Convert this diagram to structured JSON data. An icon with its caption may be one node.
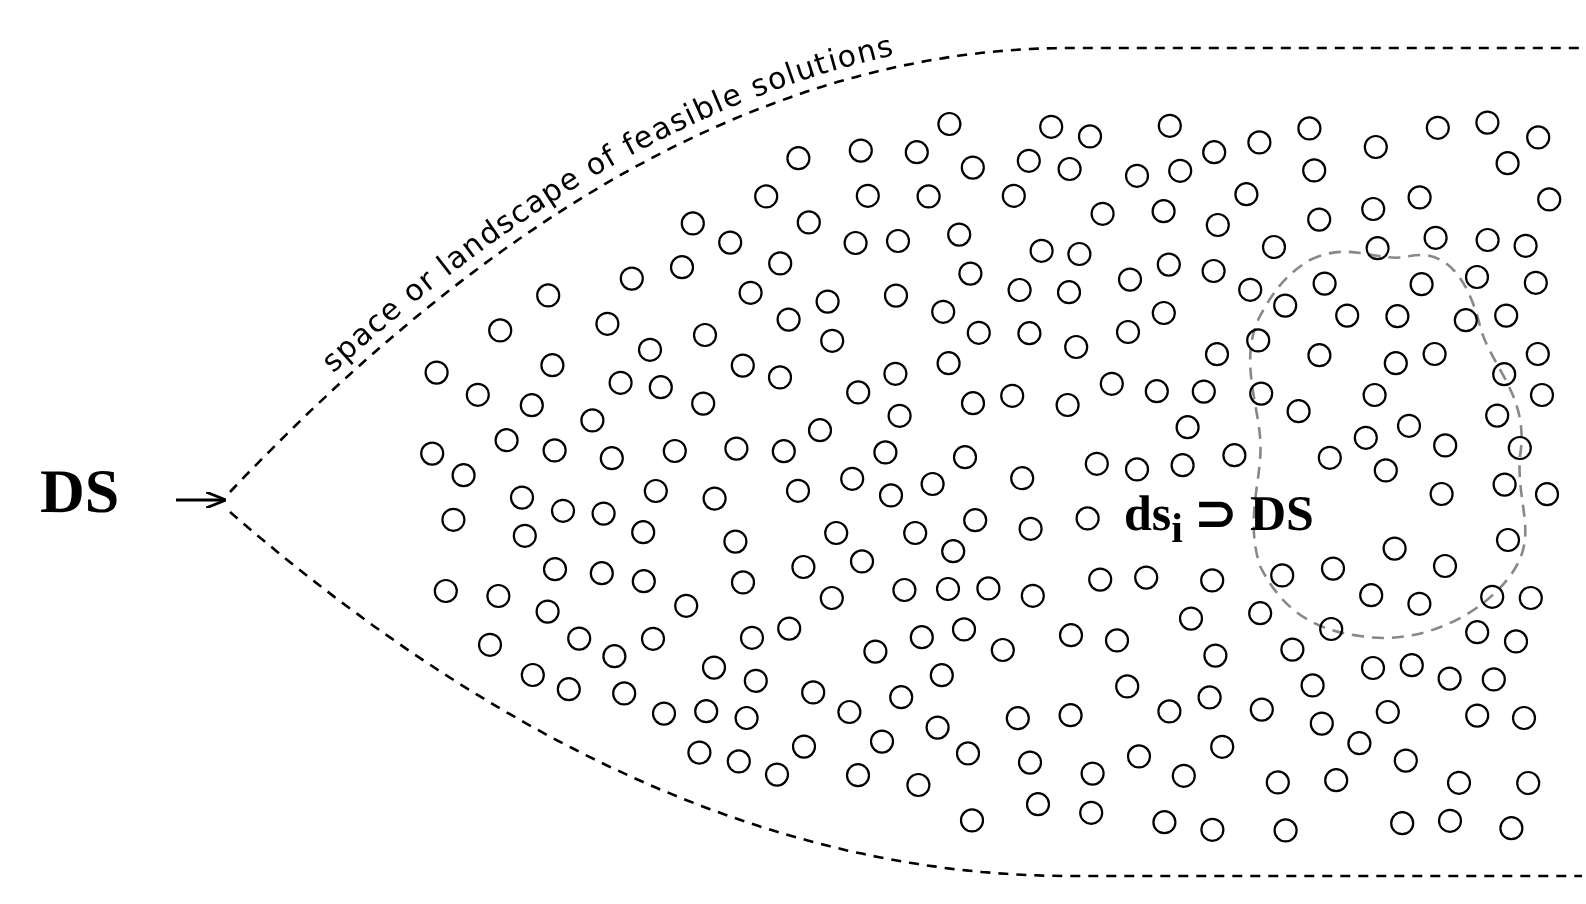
{
  "diagram": {
    "nodes": [
      {
        "text": [
          "DS"
        ]
      },
      {
        "text": [
          "space or landscape of feasible solutions"
        ]
      },
      {
        "text": [
          "ds$_{i}$ ⊃ DS"
        ],
        "in": 1
      }
    ],
    "edges": [
      {
        "from": 0,
        "to": 1,
        "arrow": "to"
      }
    ]
  }
}
